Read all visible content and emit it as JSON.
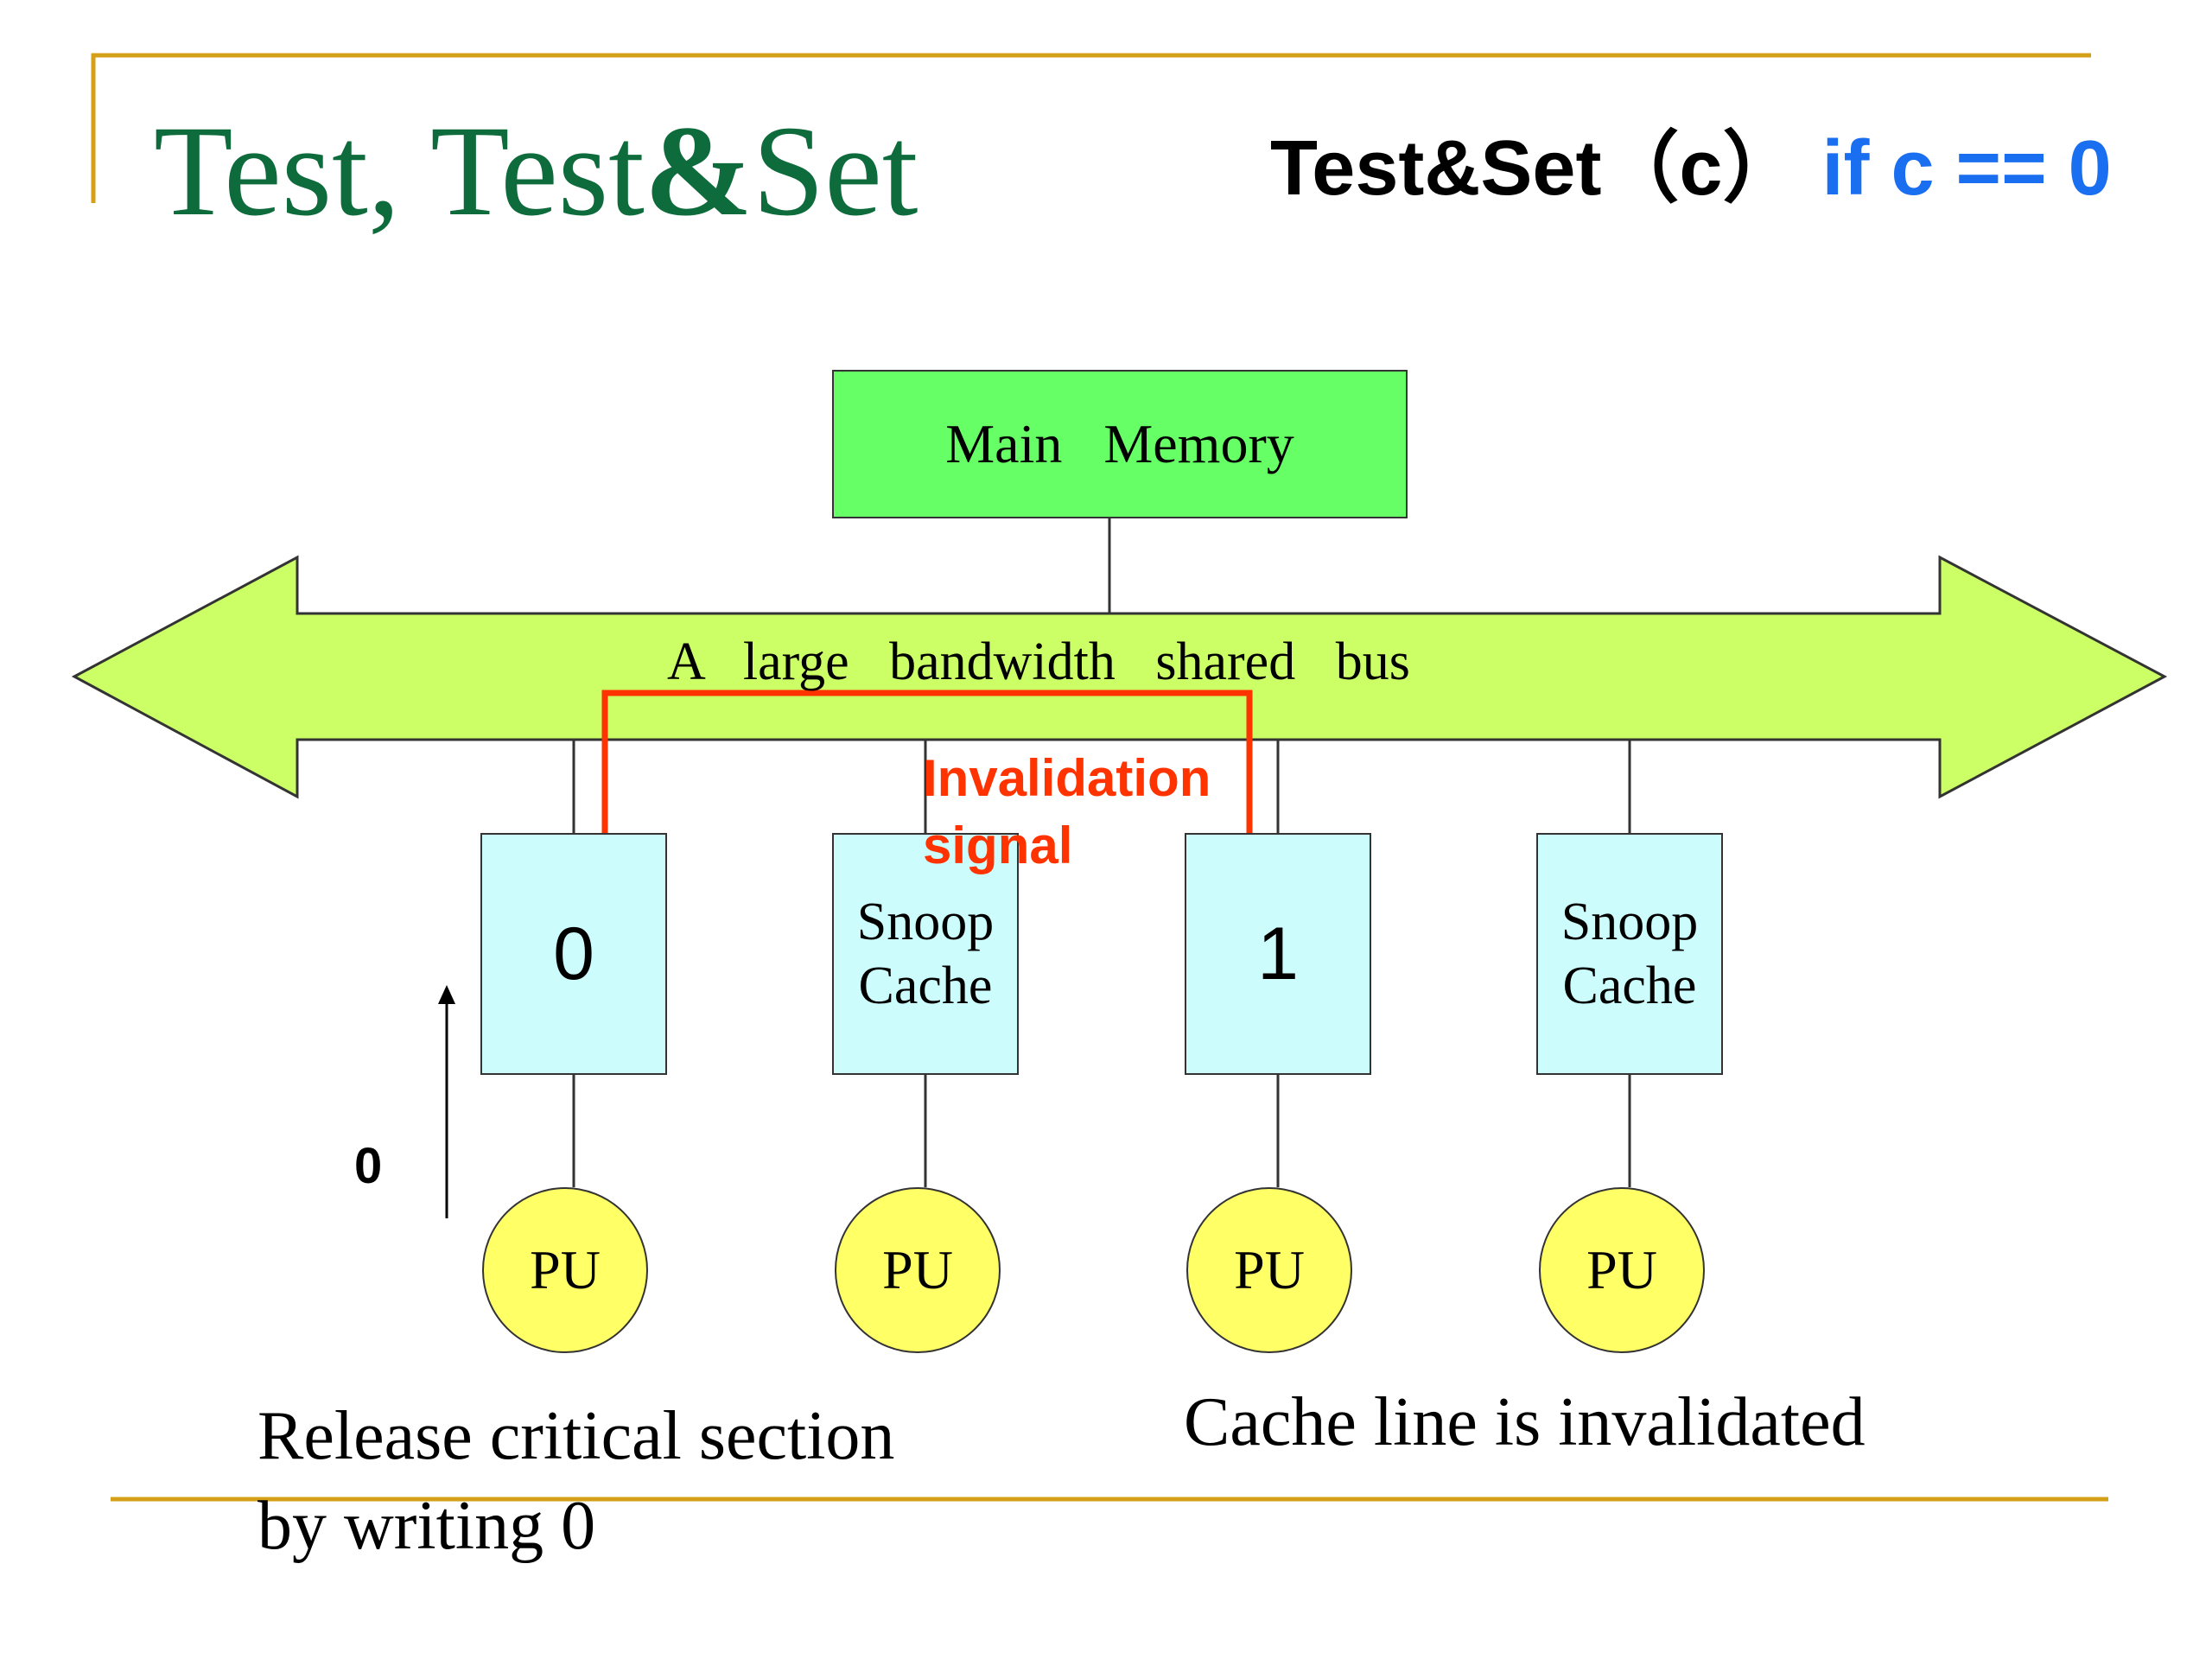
{
  "slide": {
    "title_part1": "Test, Test",
    "title_amp": "&",
    "title_part2": "Set",
    "formula_black": "Test&Set（c）",
    "formula_blue": "if c == 0"
  },
  "diagram": {
    "main_memory": "Main   Memory",
    "bus_label": "A   large   bandwidth   shared   bus",
    "invalidation_label_line1": "Invalidation",
    "invalidation_label_line2": "signal",
    "caches": [
      {
        "value": "0",
        "type": "value"
      },
      {
        "line1": "Snoop",
        "line2": "Cache",
        "type": "label"
      },
      {
        "value": "1",
        "type": "value"
      },
      {
        "line1": "Snoop",
        "line2": "Cache",
        "type": "label"
      }
    ],
    "processors": [
      "PU",
      "PU",
      "PU",
      "PU"
    ],
    "write_value": "0"
  },
  "captions": {
    "left_line1": "Release critical section",
    "left_line2": "by writing 0",
    "right": "Cache line is invalidated"
  },
  "colors": {
    "title": "#0e6b3b",
    "formula_blue": "#1a6ef0",
    "memory_fill": "#66ff66",
    "bus_fill": "#ccff66",
    "cache_fill": "#ccfcfc",
    "pu_fill": "#ffff66",
    "signal": "#ff3300",
    "rule": "#d4a017"
  }
}
